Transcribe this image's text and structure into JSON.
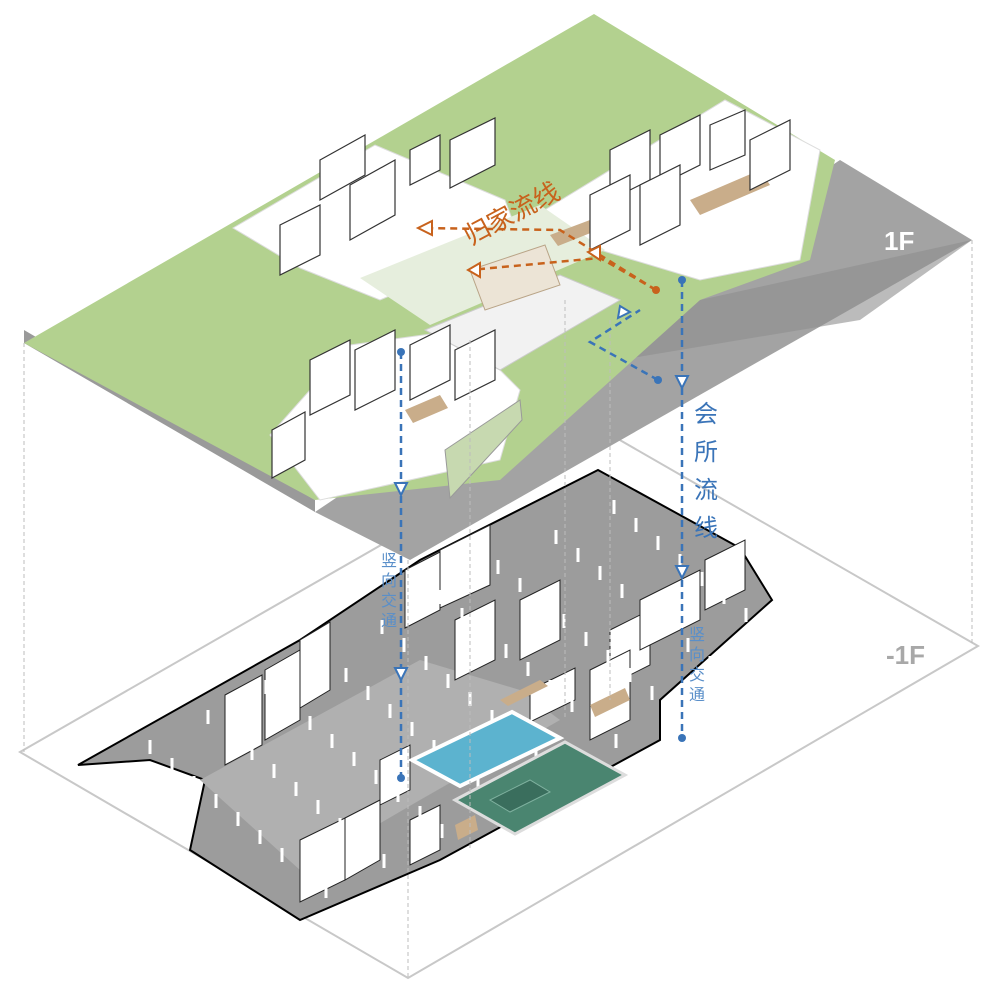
{
  "floors": {
    "upper": "1F",
    "lower": "-1F"
  },
  "flows": {
    "home": {
      "label": "归家流线",
      "color": "#c8621c"
    },
    "club": {
      "label_chars": [
        "会",
        "所",
        "流",
        "线"
      ],
      "color": "#3a74b8"
    },
    "vertical_left": {
      "label_chars": [
        "竖",
        "向",
        "交",
        "通"
      ]
    },
    "vertical_right": {
      "label_chars": [
        "竖",
        "向",
        "交",
        "通"
      ]
    }
  },
  "colors": {
    "lawn": "#b3d18f",
    "plate_gray": "#a3a3a3",
    "dark_gray": "#8e8e8e",
    "pool": "#5cb3cf",
    "pool_dark": "#4a8570",
    "wood": "#c9ad8a",
    "guide": "#bdbdbd"
  }
}
